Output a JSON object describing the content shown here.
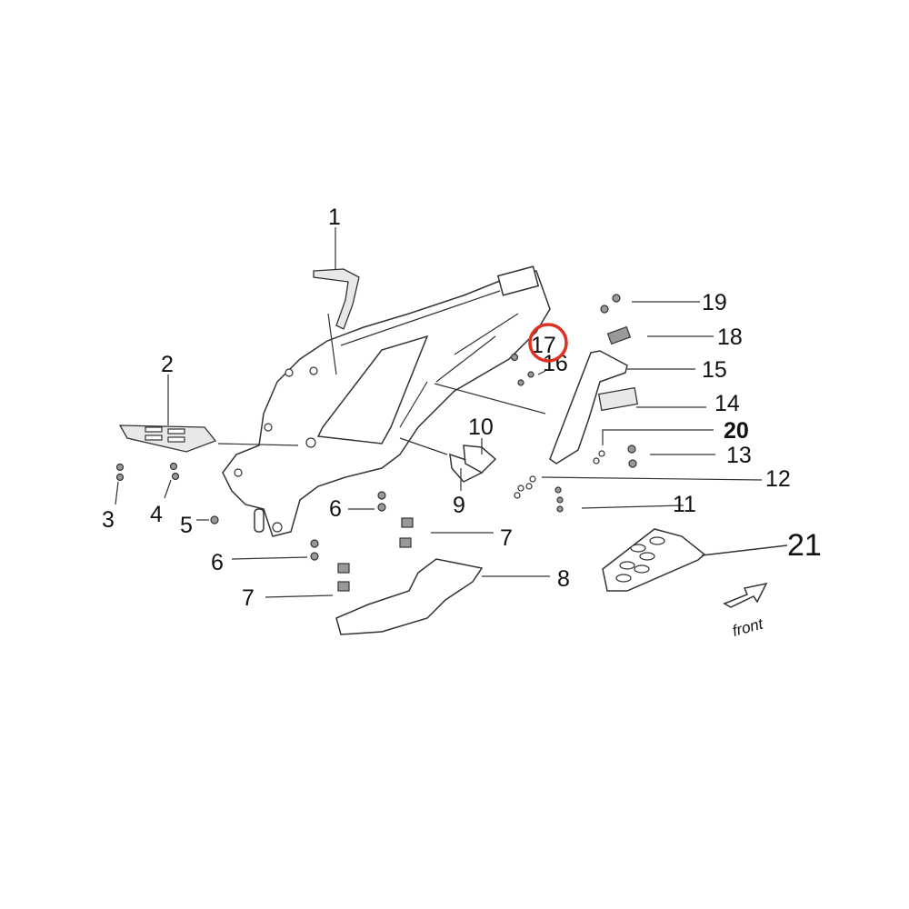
{
  "diagram": {
    "callouts": [
      {
        "id": "1",
        "text": "1"
      },
      {
        "id": "2",
        "text": "2"
      },
      {
        "id": "3",
        "text": "3"
      },
      {
        "id": "4",
        "text": "4"
      },
      {
        "id": "5",
        "text": "5"
      },
      {
        "id": "6a",
        "text": "6"
      },
      {
        "id": "6b",
        "text": "6"
      },
      {
        "id": "7a",
        "text": "7"
      },
      {
        "id": "7b",
        "text": "7"
      },
      {
        "id": "8",
        "text": "8"
      },
      {
        "id": "9",
        "text": "9"
      },
      {
        "id": "10",
        "text": "10"
      },
      {
        "id": "11",
        "text": "11"
      },
      {
        "id": "12",
        "text": "12"
      },
      {
        "id": "13",
        "text": "13"
      },
      {
        "id": "14",
        "text": "14"
      },
      {
        "id": "15",
        "text": "15"
      },
      {
        "id": "16",
        "text": "16"
      },
      {
        "id": "17",
        "text": "17"
      },
      {
        "id": "18",
        "text": "18"
      },
      {
        "id": "19",
        "text": "19"
      },
      {
        "id": "20",
        "text": "20"
      },
      {
        "id": "21",
        "text": "21"
      }
    ],
    "highlighted_callout": "17",
    "highlight_color": "#e03020",
    "direction_label": "front"
  }
}
